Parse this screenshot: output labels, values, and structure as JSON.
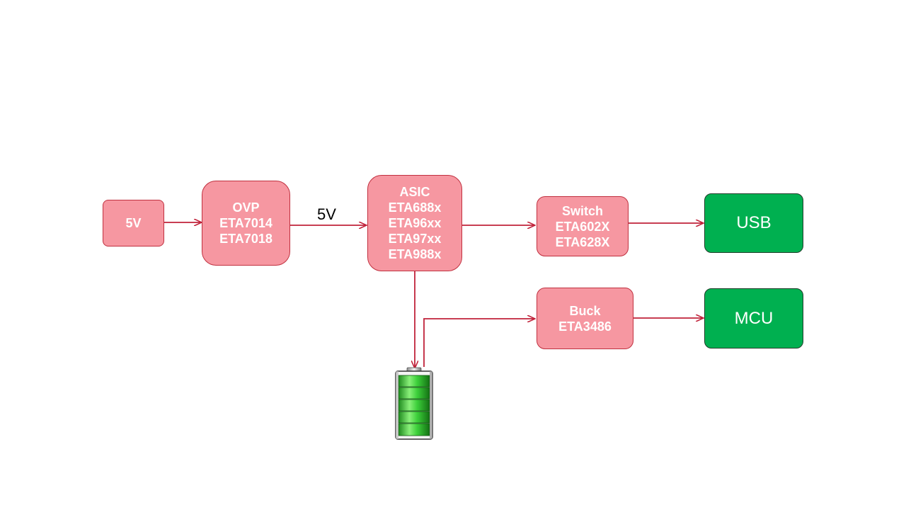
{
  "colors": {
    "block_fill": "#f697a1",
    "block_border": "#c0303f",
    "output_fill": "#00b050",
    "wire": "#c0223a"
  },
  "blocks": {
    "input": {
      "lines": [
        "5V"
      ]
    },
    "ovp": {
      "lines": [
        "OVP",
        "ETA7014",
        "ETA7018"
      ]
    },
    "asic": {
      "lines": [
        "ASIC",
        "ETA688x",
        "ETA96xx",
        "ETA97xx",
        "ETA988x"
      ]
    },
    "switch": {
      "lines": [
        "Switch",
        "ETA602X",
        "ETA628X"
      ]
    },
    "buck": {
      "lines": [
        "Buck",
        "ETA3486"
      ]
    },
    "usb": {
      "label": "USB"
    },
    "mcu": {
      "label": "MCU"
    }
  },
  "edge_labels": {
    "ovp_to_asic": "5V"
  },
  "battery": {
    "icon": "battery-icon",
    "charge_level": 1.0
  }
}
